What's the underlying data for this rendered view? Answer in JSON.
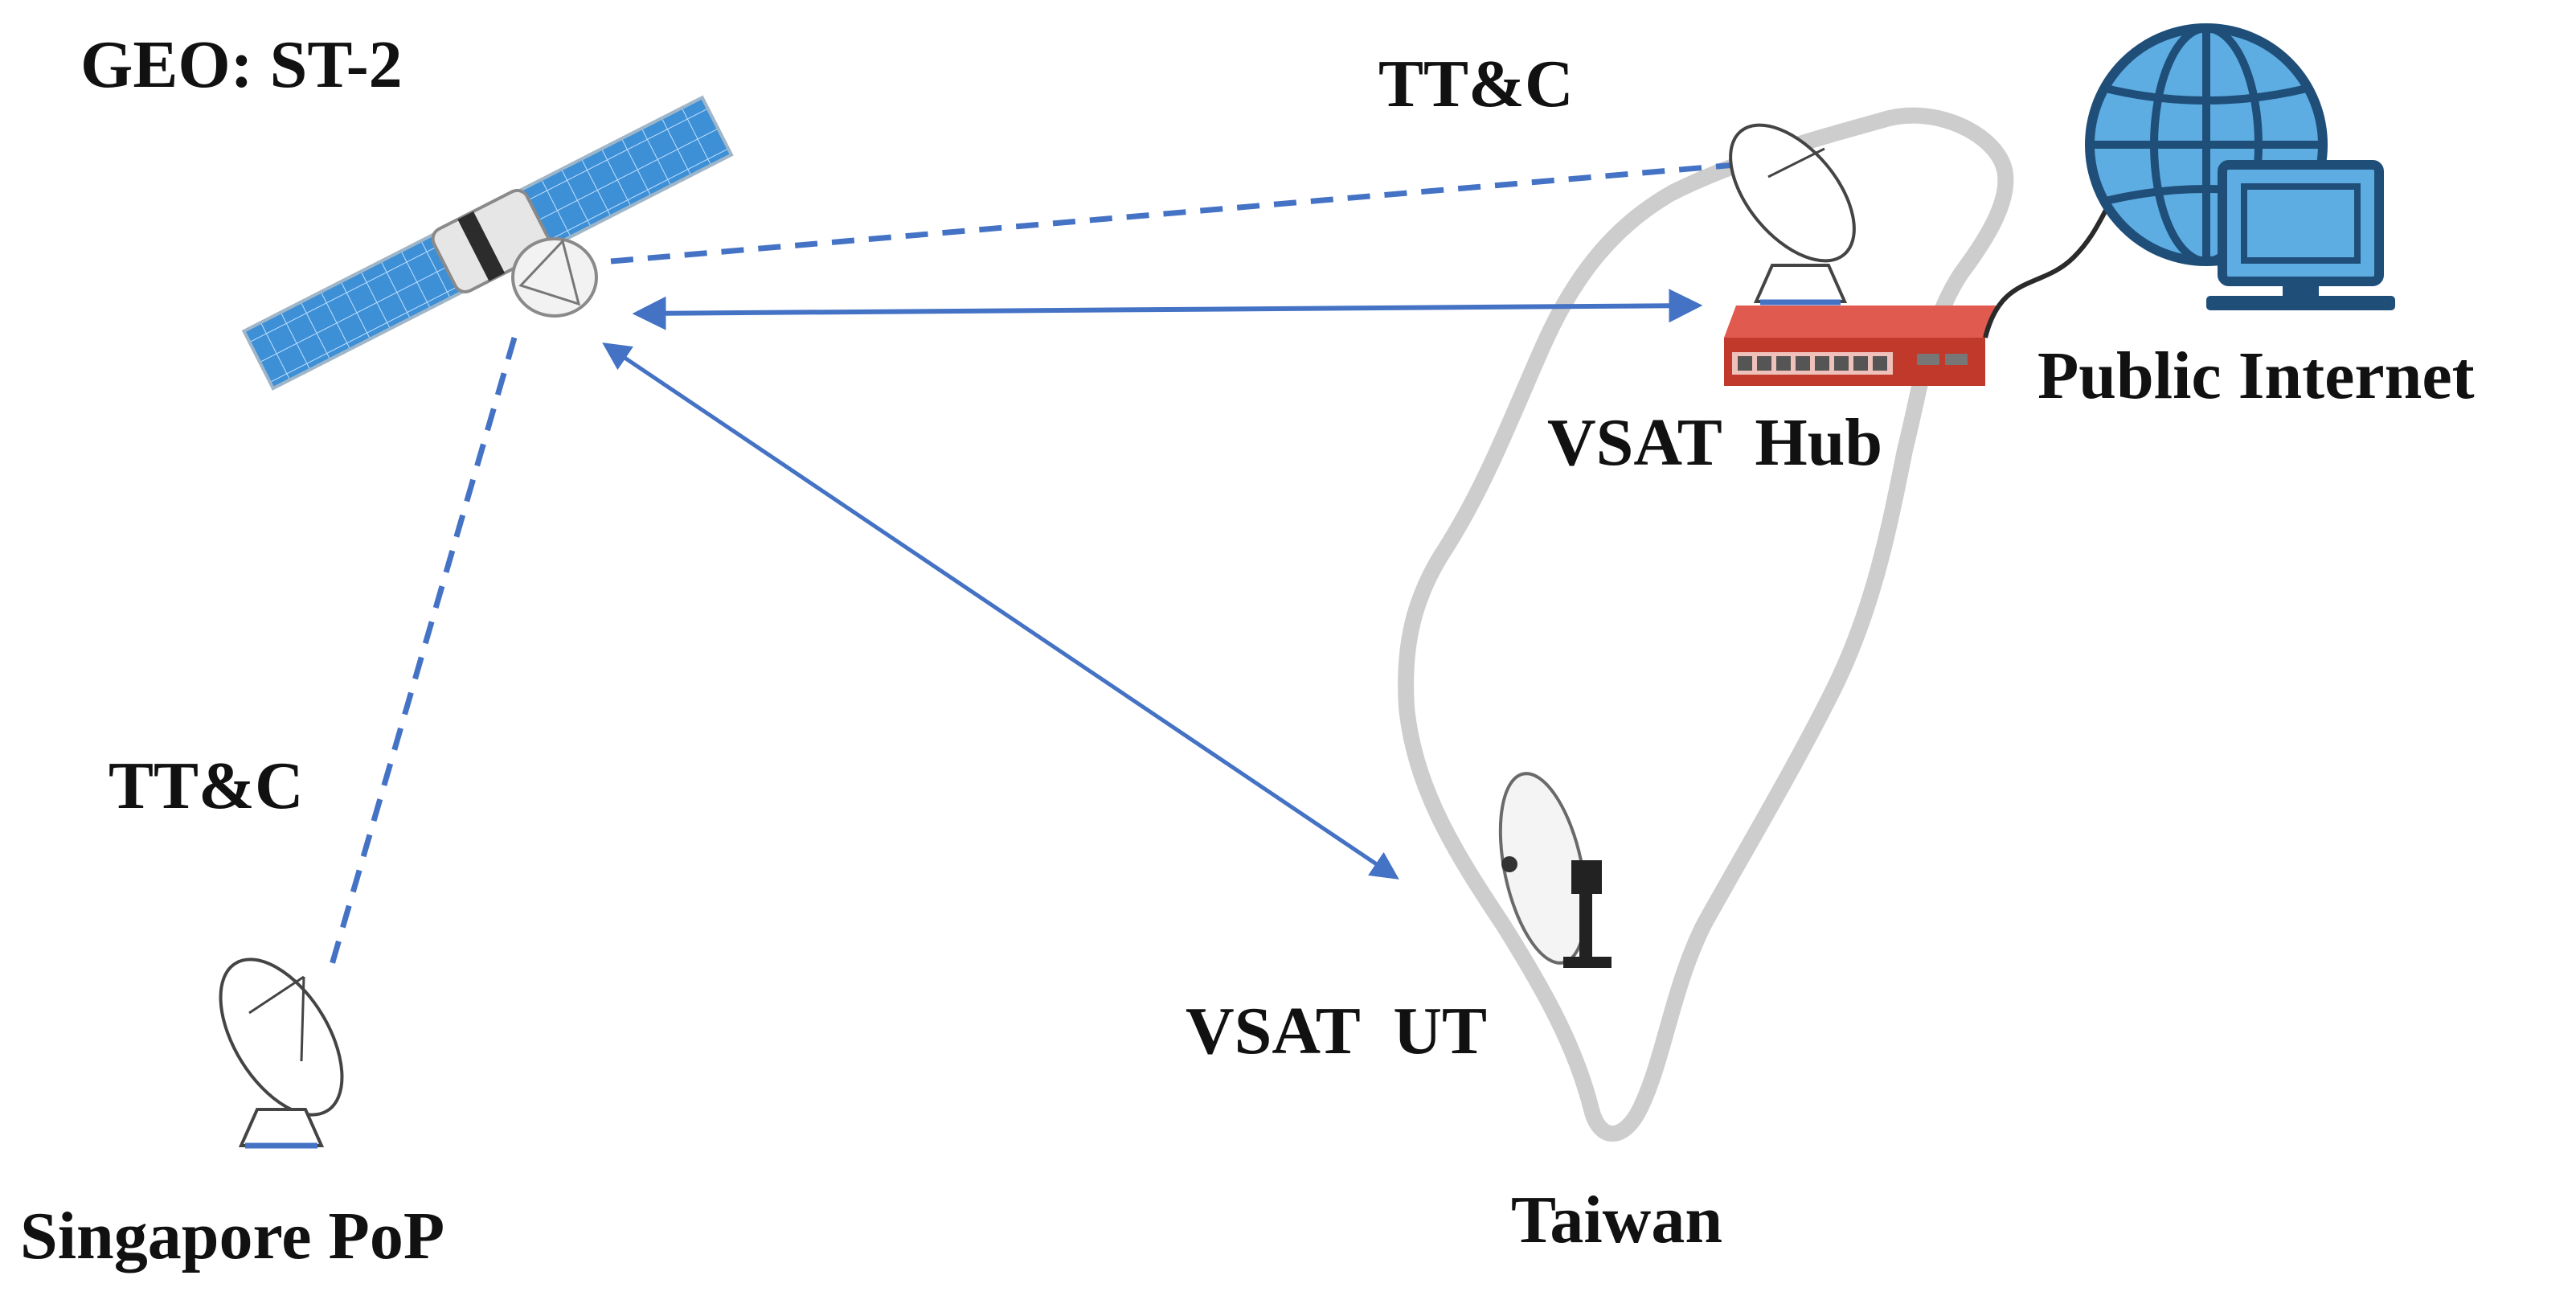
{
  "labels": {
    "satellite": "GEO: ST-2",
    "ttc_top": "TT&C",
    "ttc_left": "TT&C",
    "singapore": "Singapore PoP",
    "vsat_hub": "VSAT  Hub",
    "public_internet": "Public Internet",
    "vsat_ut": "VSAT  UT",
    "taiwan": "Taiwan"
  },
  "colors": {
    "link": "#4472c4",
    "island_outline": "#c8c8c8",
    "router_body": "#c0392b",
    "globe_fill": "#5dade2",
    "globe_stroke": "#1f4e79",
    "solar_panel": "#3d8fd6"
  },
  "icons": [
    "satellite-icon",
    "dish-antenna-icon",
    "router-icon",
    "globe-icon",
    "monitor-icon",
    "portable-dish-icon"
  ]
}
